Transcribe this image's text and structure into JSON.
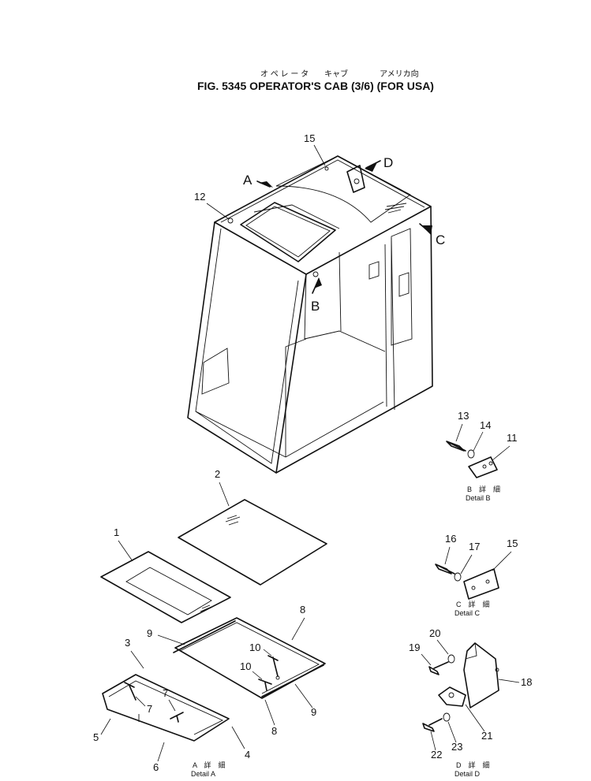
{
  "figure": {
    "title_jp": "オ ペ レ ー タ　　キャブ　　　　アメリカ向",
    "title": "FIG. 5345 OPERATOR'S CAB (3/6) (FOR USA)"
  },
  "view_markers": {
    "a": "A",
    "b": "B",
    "c": "C",
    "d": "D"
  },
  "callouts": {
    "c1": "1",
    "c2": "2",
    "c3": "3",
    "c4": "4",
    "c5": "5",
    "c6": "6",
    "c7a": "7",
    "c7b": "7",
    "c8a": "8",
    "c8b": "8",
    "c9a": "9",
    "c9b": "9",
    "c10a": "10",
    "c10b": "10",
    "c11": "11",
    "c12": "12",
    "c13": "13",
    "c14": "14",
    "c15a": "15",
    "c15b": "15",
    "c16": "16",
    "c17": "17",
    "c18": "18",
    "c19": "19",
    "c20": "20",
    "c21": "21",
    "c22": "22",
    "c23": "23"
  },
  "details": {
    "a": {
      "jp": "A　詳　細",
      "en": "Detail A"
    },
    "b": {
      "jp": "B　詳　細",
      "en": "Detail B"
    },
    "c": {
      "jp": "C　詳　細",
      "en": "Detail C"
    },
    "d": {
      "jp": "D　詳　細",
      "en": "Detail D"
    }
  }
}
